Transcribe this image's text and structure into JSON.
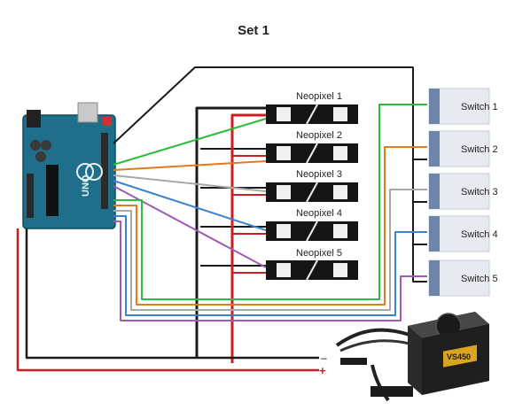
{
  "title": "Set 1",
  "neopixels": [
    {
      "label": "Neopixel 1"
    },
    {
      "label": "Neopixel 2"
    },
    {
      "label": "Neopixel 3"
    },
    {
      "label": "Neopixel 4"
    },
    {
      "label": "Neopixel 5"
    }
  ],
  "switches": [
    {
      "label": "Switch 1"
    },
    {
      "label": "Switch 2"
    },
    {
      "label": "Switch 3"
    },
    {
      "label": "Switch 4"
    },
    {
      "label": "Switch 5"
    }
  ],
  "arduino": {
    "logo_text": "UNO"
  },
  "power_supply": {
    "model": "VS450"
  },
  "rails": {
    "negative": "–",
    "positive": "+"
  },
  "wire_colors": {
    "ch1": "#2dbb3a",
    "ch2": "#e07b1e",
    "ch3": "#a8a8a8",
    "ch4": "#3c82d2",
    "ch5": "#a05ab4",
    "ground": "#1a1a1a",
    "power": "#cc1e22"
  }
}
